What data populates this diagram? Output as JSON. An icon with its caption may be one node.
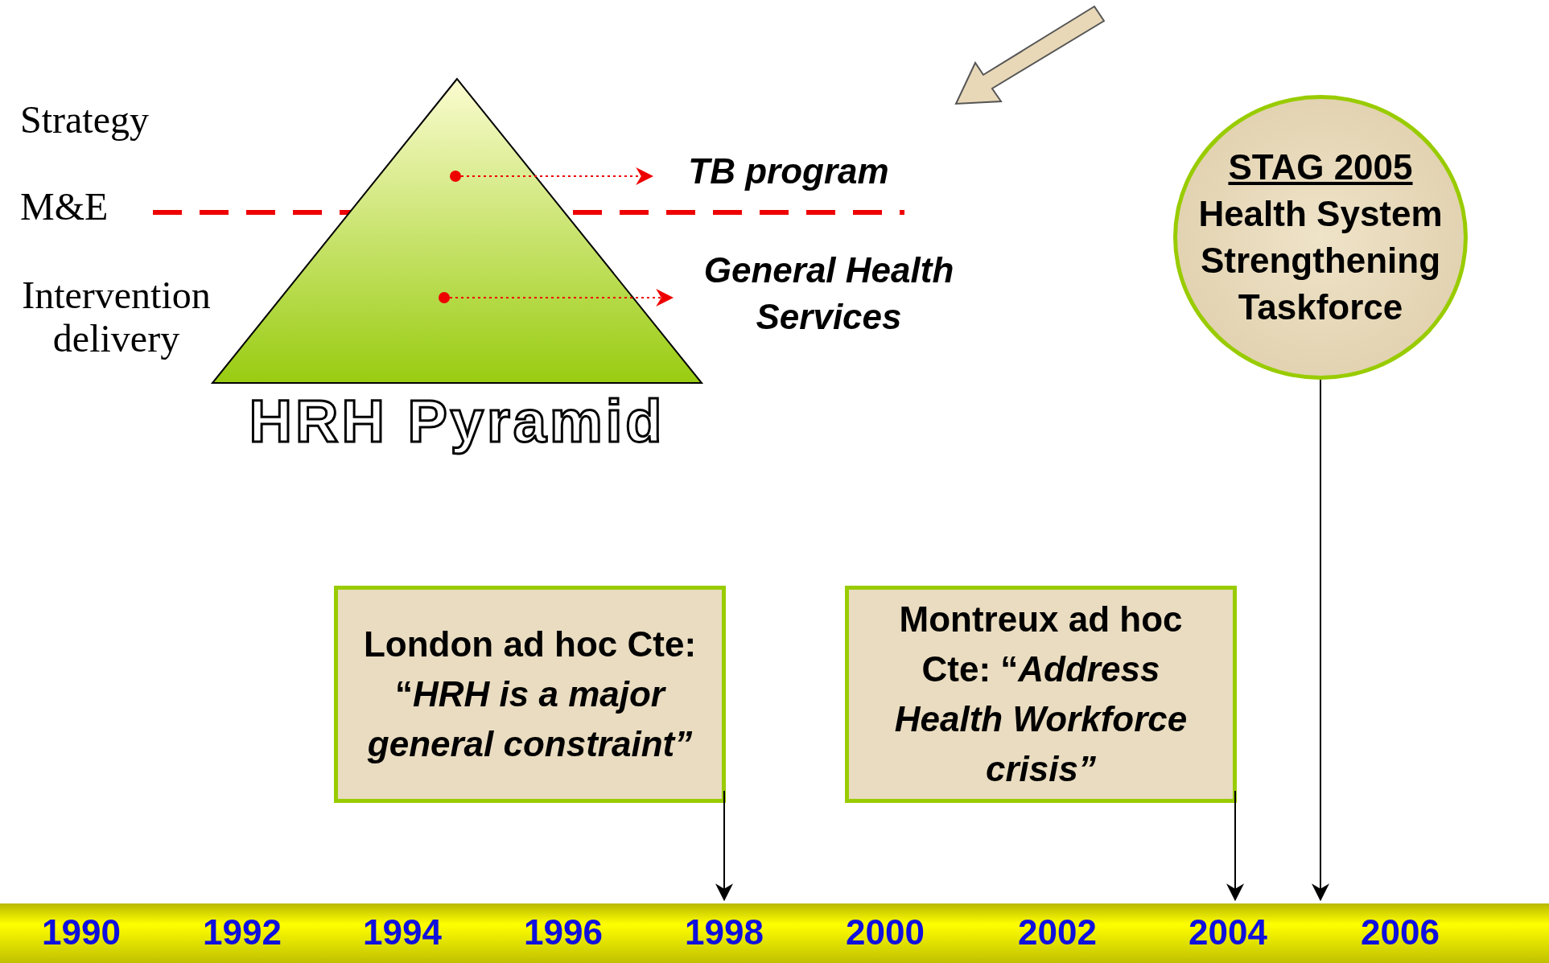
{
  "diagram": {
    "nodes": [
      {
        "text": [
          "HRH Pyramid"
        ]
      },
      {
        "text": [
          "TB program"
        ]
      },
      {
        "text": [
          "General Health Services"
        ]
      },
      {
        "text": [
          "London ad hoc Cte: “*HRH is a major general constraint”*"
        ]
      },
      {
        "text": [
          "Montreux ad hoc Cte: “*Address Health Workforce crisis”*"
        ]
      },
      {
        "text": [
          "STAG 2005",
          "Health System Strengthening Taskforce"
        ]
      },
      {
        "text": [],
        "shape": "bar"
      }
    ],
    "edges": [
      {
        "from": 0,
        "to": 1,
        "arrow": "to",
        "style": "dashed",
        "color": "#ee0000"
      },
      {
        "from": 0,
        "to": 2,
        "arrow": "to",
        "style": "dashed",
        "color": "#ee0000"
      },
      {
        "from": 3,
        "to": 6,
        "arrow": "to"
      },
      {
        "from": 4,
        "to": 6,
        "arrow": "to"
      },
      {
        "from": 5,
        "to": 6,
        "arrow": "to"
      }
    ],
    "labels": [
      "Strategy",
      "M&E",
      "Intervention delivery",
      "1990",
      "1992",
      "1994",
      "1996",
      "1998",
      "2000",
      "2002",
      "2004",
      "2006"
    ]
  }
}
